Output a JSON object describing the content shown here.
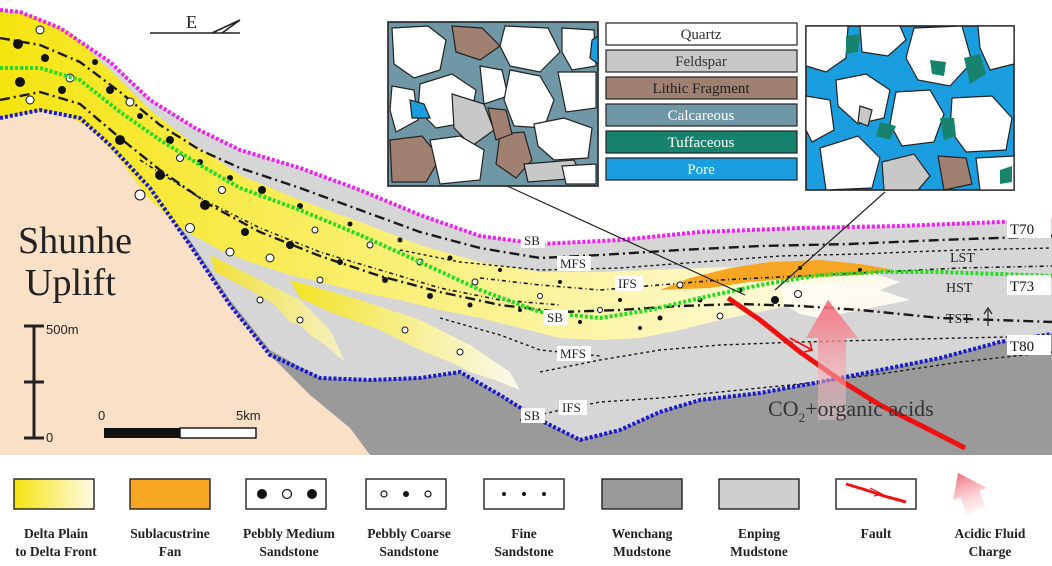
{
  "section": {
    "compass_label": "E",
    "uplift_line1": "Shunhe",
    "uplift_line2": "Uplift",
    "scale_vertical_label": "500m",
    "scale_vertical_zero": "0",
    "scale_horizontal_zero": "0",
    "scale_horizontal_label": "5km",
    "seq_labels": [
      {
        "id": "sb-upper",
        "text": "SB"
      },
      {
        "id": "mfs-upper",
        "text": "MFS"
      },
      {
        "id": "ifs-upper",
        "text": "IFS"
      },
      {
        "id": "sb-mid",
        "text": "SB"
      },
      {
        "id": "mfs-lower",
        "text": "MFS"
      },
      {
        "id": "ifs-lower",
        "text": "IFS"
      },
      {
        "id": "sb-lower",
        "text": "SB"
      }
    ],
    "tract_labels": [
      "LST",
      "HST",
      "TST"
    ],
    "horizons": [
      "T70",
      "T73",
      "T80"
    ],
    "fluid_label_pre": "CO",
    "fluid_label_sub": "2",
    "fluid_label_post": "+organic acids"
  },
  "mineral_legend": [
    "Quartz",
    "Feldspar",
    "Lithic Fragment",
    "Calcareous",
    "Tuffaceous",
    "Pore"
  ],
  "bottom_legend": [
    {
      "line1": "Delta Plain",
      "line2": "to Delta Front"
    },
    {
      "line1": "Sublacustrine",
      "line2": "Fan"
    },
    {
      "line1": "Pebbly Medium",
      "line2": "Sandstone"
    },
    {
      "line1": "Pebbly Coarse",
      "line2": "Sandstone"
    },
    {
      "line1": "Fine",
      "line2": "Sandstone"
    },
    {
      "line1": "Wenchang",
      "line2": "Mudstone"
    },
    {
      "line1": "Enping",
      "line2": "Mudstone"
    },
    {
      "line1": "Fault",
      "line2": ""
    },
    {
      "line1": "Acidic Fluid",
      "line2": "Charge"
    }
  ],
  "colors": {
    "uplift": "#fbe0c8",
    "wenchang": "#9b9b9b",
    "enping": "#cfcfcf",
    "upper_enping": "#dcdcdc",
    "delta": "#f6ea1e",
    "fan": "#f6a623",
    "quartz": "#ffffff",
    "feldspar": "#c8c8c8",
    "lithic": "#a08070",
    "calcareous": "#6f97a6",
    "tuffaceous": "#17836d",
    "pore": "#1a9ee0",
    "boundary_top": "#ee22ee",
    "boundary_mid": "#22dd22",
    "boundary_bottom": "#1a1acc",
    "fault": "#ee1111",
    "fluid": "#f4868e"
  }
}
